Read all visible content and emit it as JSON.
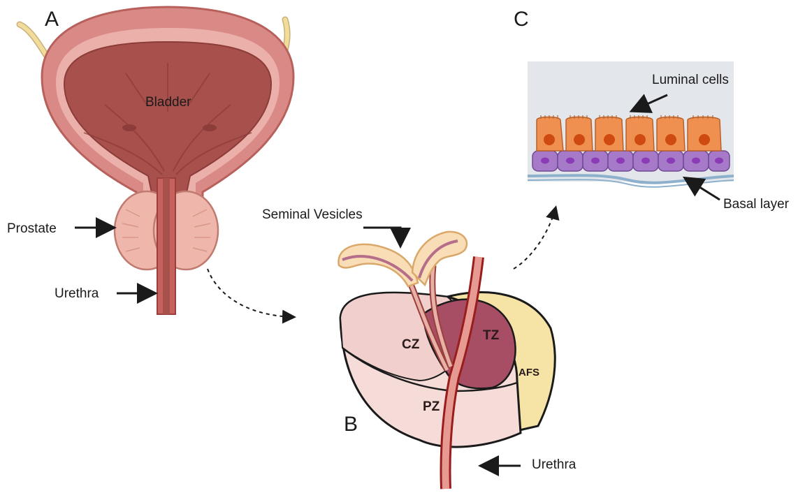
{
  "panels": {
    "a": "A",
    "b": "B",
    "c": "C"
  },
  "labels": {
    "bladder": "Bladder",
    "prostate": "Prostate",
    "urethra_a": "Urethra",
    "seminal_vesicles": "Seminal Vesicles",
    "urethra_b": "Urethra",
    "luminal_cells": "Luminal cells",
    "basal_layer": "Basal layer"
  },
  "zones": {
    "cz": "CZ",
    "tz": "TZ",
    "pz": "PZ",
    "afs": "AFS"
  },
  "colors": {
    "bladder_wall": "#d98a86",
    "bladder_inner": "#a7504c",
    "prostate_tissue": "#efb7ab",
    "ureter": "#f2dc9c",
    "cz": "#f0cfcd",
    "tz": "#a74e64",
    "pz": "#f6dcd8",
    "afs": "#f6e3a6",
    "luminal": "#ef9050",
    "luminal_nucleus": "#cf4a10",
    "basal": "#a779c9",
    "basal_nucleus": "#8b3bb5",
    "cell_panel_bg": "#e3e7ec"
  }
}
